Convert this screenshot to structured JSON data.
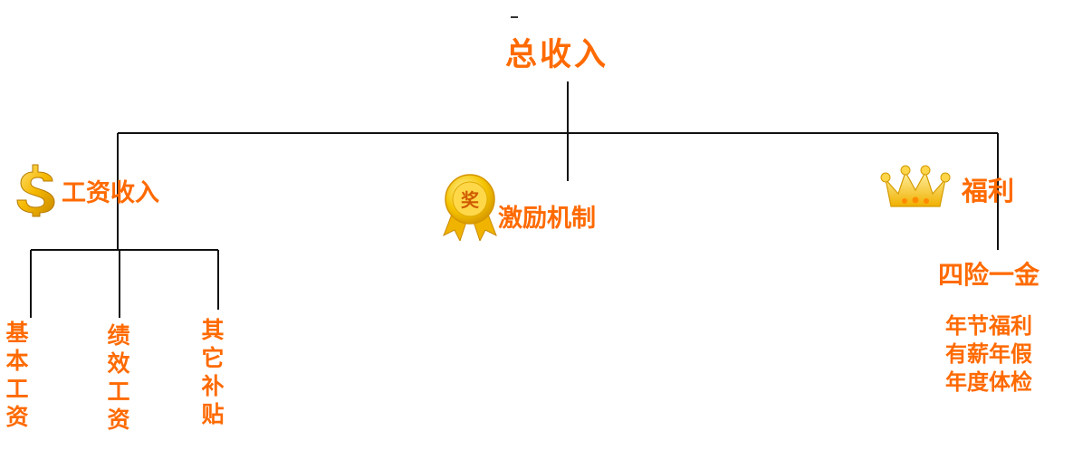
{
  "colors": {
    "text": "#ff6a00",
    "line": "#111111",
    "gold": "#f5b800",
    "gold_light": "#ffe27a",
    "gold_dark": "#c98800"
  },
  "diagram": {
    "root": "总收入",
    "branches": {
      "salary": {
        "label": "工资收入",
        "icon": "dollar-icon",
        "children": [
          "基本工资",
          "绩效工资",
          "其它补贴"
        ]
      },
      "incentive": {
        "label": "激励机制",
        "icon": "award-medal-icon"
      },
      "benefits": {
        "label": "福利",
        "icon": "crown-icon",
        "child": "四险一金",
        "notes": [
          "年节福利",
          "有薪年假",
          "年度体检"
        ]
      }
    }
  }
}
